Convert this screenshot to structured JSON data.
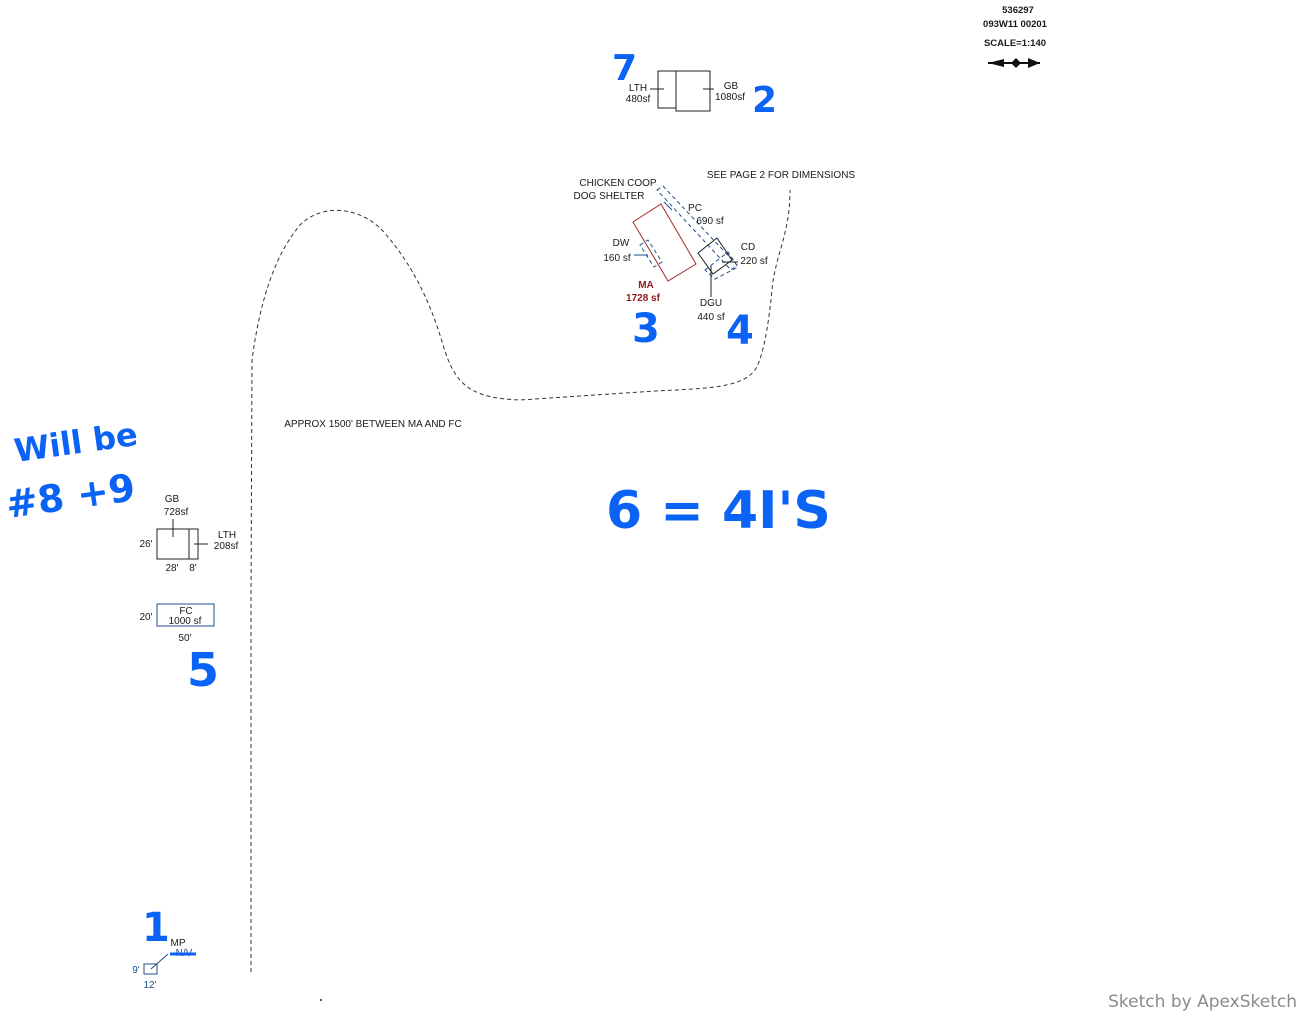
{
  "header": {
    "parcel_number": "536297",
    "map_number": "093W11  00201",
    "scale": "SCALE=1:140"
  },
  "notes": {
    "see_page": "SEE PAGE 2 FOR DIMENSIONS",
    "approx_distance": "APPROX 1500' BETWEEN MA AND FC"
  },
  "buildings": {
    "top_lth": {
      "code": "LTH",
      "area": "480sf"
    },
    "top_gb": {
      "code": "GB",
      "area": "1080sf"
    },
    "chicken_coop": "CHICKEN COOP",
    "dog_shelter": "DOG SHELTER",
    "pc": {
      "code": "PC",
      "area": "690 sf"
    },
    "dw": {
      "code": "DW",
      "area": "160 sf"
    },
    "cd": {
      "code": "CD",
      "area": "220 sf"
    },
    "ma": {
      "code": "MA",
      "area": "1728 sf"
    },
    "dgu": {
      "code": "DGU",
      "area": "440 sf"
    },
    "left_gb": {
      "code": "GB",
      "area": "728sf",
      "dim_height": "26'",
      "dim_width": "28'",
      "dim_width2": "8'"
    },
    "left_lth": {
      "code": "LTH",
      "area": "208sf"
    },
    "fc": {
      "code": "FC",
      "area": "1000 sf",
      "dim_height": "20'",
      "dim_width": "50'"
    },
    "mp": {
      "code": "MP",
      "code_struck": "N/V",
      "dim_height": "9'",
      "dim_width": "12'"
    }
  },
  "handwriting": {
    "n7": "7",
    "n2": "2",
    "n3": "3",
    "n4": "4",
    "n5": "5",
    "n1": "1",
    "will_be_line1": "Will be",
    "will_be_line2": "#8 +9",
    "six_equals": "6 = 4I'S"
  },
  "credit": "Sketch by ApexSketch",
  "colors": {
    "ink_blue": "#0b63f6",
    "line_blue": "#1f4f8a",
    "ma_red": "#a52a2a"
  }
}
